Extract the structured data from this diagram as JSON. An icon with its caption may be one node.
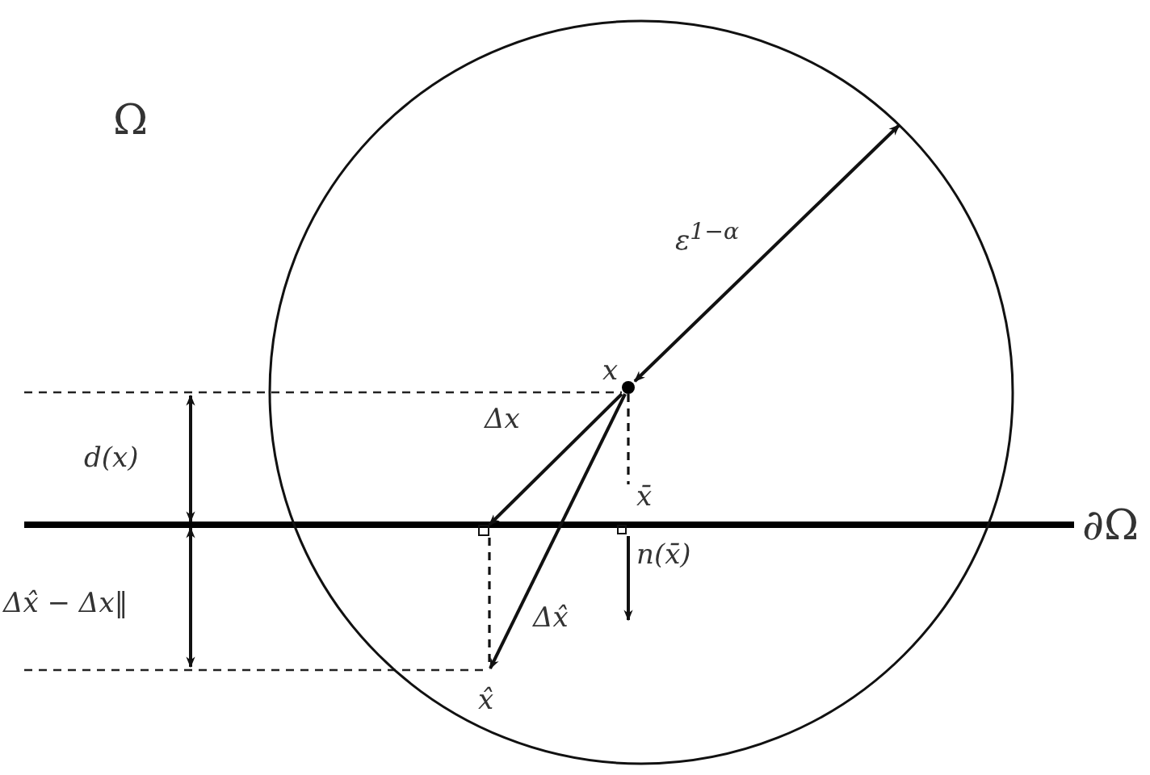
{
  "diagram": {
    "nodes": [
      {
        "text": [],
        "shape": "circle"
      },
      {
        "text": [
          "x"
        ],
        "in": 0
      },
      {
        "text": [],
        "shape": "box",
        "in": 0
      },
      {
        "text": [
          "x̄"
        ],
        "in": 0
      },
      {
        "text": [
          "x̂"
        ],
        "in": 0
      }
    ],
    "edges": [
      {
        "from": 1,
        "to": 2,
        "arrow": "to",
        "label": "Δx"
      },
      {
        "from": 1,
        "to": 4,
        "arrow": "to",
        "label": "Δx̂"
      },
      {
        "from": 1,
        "to": 0,
        "arrow": "both",
        "label": "ε$^{1−α}$"
      },
      {
        "from": 1,
        "to": 3,
        "arrow": "none",
        "style": "dashed"
      },
      {
        "from": 2,
        "to": 4,
        "arrow": "none",
        "style": "dashed"
      },
      {
        "from": 3,
        "to": null,
        "arrow": "to",
        "label": "n(x̄)"
      }
    ],
    "labels": [
      "Ω",
      "∂Ω",
      "d(x)",
      "Δx̂ − Δx‖"
    ]
  }
}
